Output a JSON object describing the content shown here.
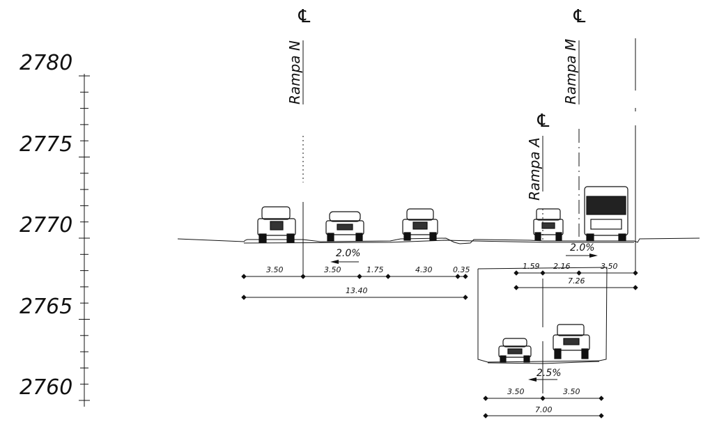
{
  "elevation_labels": [
    "2780",
    "2775",
    "2770",
    "2765",
    "2760"
  ],
  "centerlines": {
    "rampa_n": "Rampa N",
    "rampa_m": "Rampa M",
    "rampa_a": "Rampa A",
    "cl_symbol": "℄"
  },
  "slopes": {
    "upper_left": "2.0%",
    "upper_right": "2.0%",
    "lower": "2.5%"
  },
  "dimensions": {
    "upper_left": [
      "3.50",
      "3.50",
      "1.75",
      "4.30",
      "0.35"
    ],
    "upper_left_total": "13.40",
    "upper_right": [
      "1.59",
      "2.16",
      "3.50"
    ],
    "upper_right_total": "7.26",
    "lower": [
      "3.50",
      "3.50"
    ],
    "lower_total": "7.00"
  },
  "vehicles": [
    "suv-front",
    "sedan-rear",
    "suv-front",
    "pickup-rear",
    "bus-rear",
    "sedan-rear",
    "pickup-rear"
  ],
  "colors": {
    "line": "#111111",
    "background": "#ffffff"
  }
}
